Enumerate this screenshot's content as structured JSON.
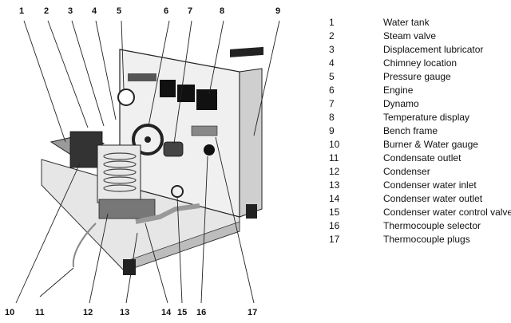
{
  "callouts": {
    "top": [
      "1",
      "2",
      "3",
      "4",
      "5",
      "6",
      "7",
      "8",
      "9"
    ],
    "bottom": [
      "10",
      "11",
      "12",
      "13",
      "14",
      "15",
      "16",
      "17"
    ]
  },
  "legend": [
    {
      "number": "1",
      "label": "Water tank"
    },
    {
      "number": "2",
      "label": "Steam valve"
    },
    {
      "number": "3",
      "label": "Displacement lubricator"
    },
    {
      "number": "4",
      "label": "Chimney location"
    },
    {
      "number": "5",
      "label": "Pressure gauge"
    },
    {
      "number": "6",
      "label": "Engine"
    },
    {
      "number": "7",
      "label": "Dynamo"
    },
    {
      "number": "8",
      "label": "Temperature display"
    },
    {
      "number": "9",
      "label": "Bench frame"
    },
    {
      "number": "10",
      "label": "Burner & Water gauge"
    },
    {
      "number": "11",
      "label": "Condensate outlet"
    },
    {
      "number": "12",
      "label": "Condenser"
    },
    {
      "number": "13",
      "label": "Condenser water inlet"
    },
    {
      "number": "14",
      "label": "Condenser water outlet"
    },
    {
      "number": "15",
      "label": "Condenser water control valve"
    },
    {
      "number": "16",
      "label": "Thermocouple selector"
    },
    {
      "number": "17",
      "label": "Thermocouple plugs"
    }
  ]
}
